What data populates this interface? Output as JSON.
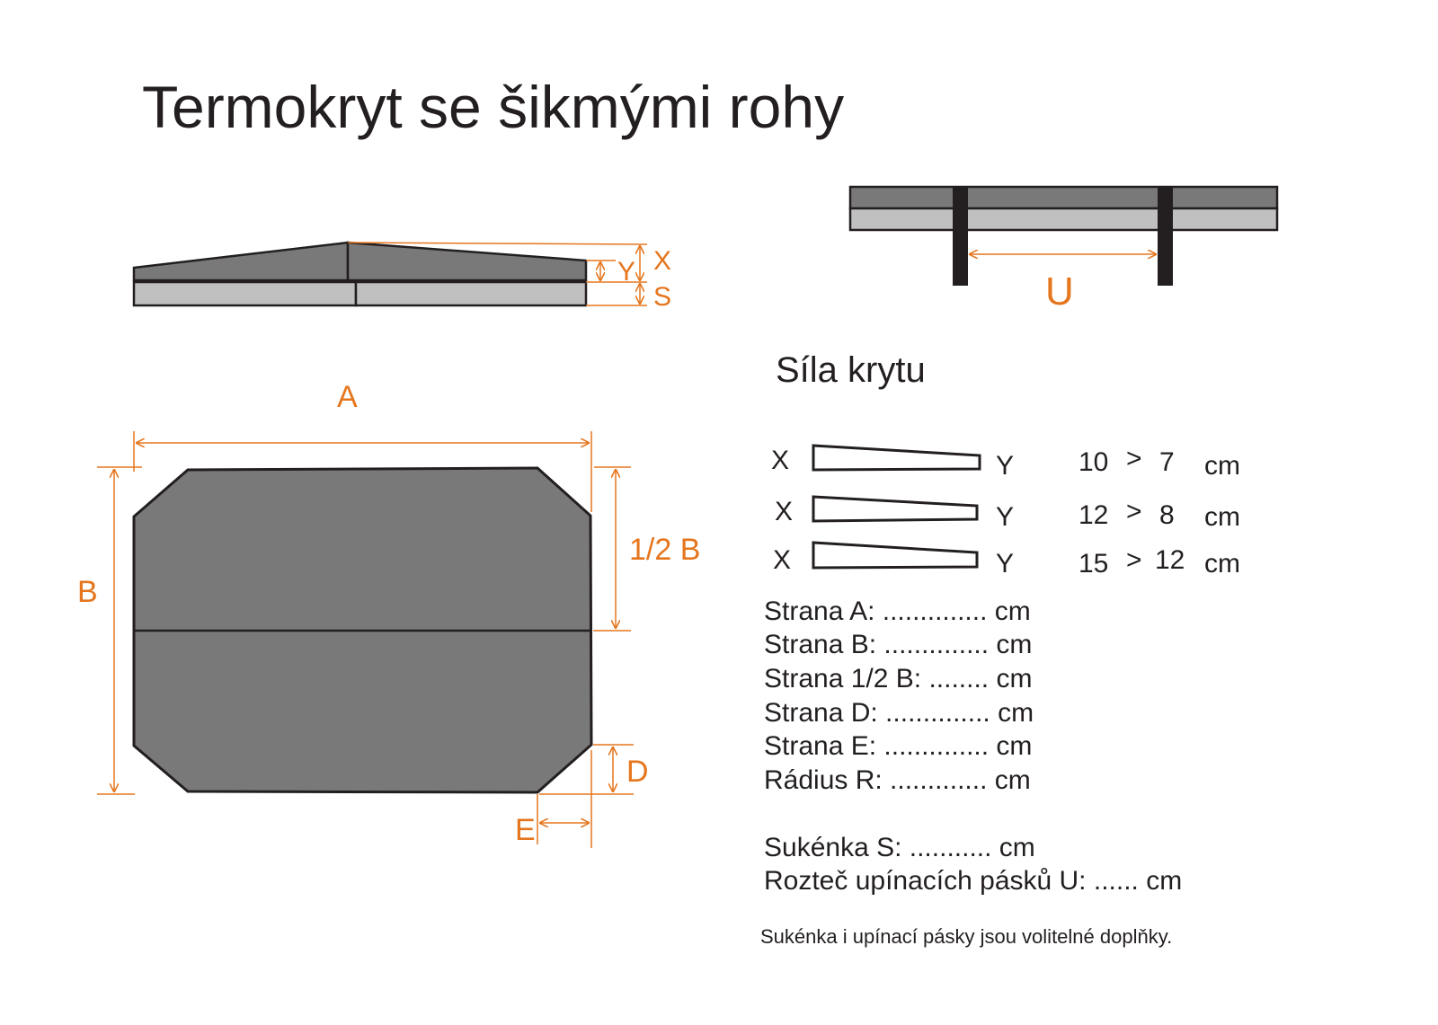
{
  "title": "Termokryt se šikmými rohy",
  "colors": {
    "cover_dark": "#7a797a",
    "skirt_light": "#c1c0c1",
    "outline": "#231f20",
    "dimension_orange": "#e5761e"
  },
  "labels": {
    "x": "X",
    "y": "Y",
    "s": "S",
    "u": "U",
    "a": "A",
    "b": "B",
    "half_b": "1/2 B",
    "d": "D",
    "e": "E"
  },
  "thickness": {
    "heading": "Síla krytu",
    "options": [
      {
        "x": "X",
        "y": "Y",
        "from": "10",
        "sign": ">",
        "to": "7",
        "unit": "cm"
      },
      {
        "x": "X",
        "y": "Y",
        "from": "12",
        "sign": ">",
        "to": "8",
        "unit": "cm"
      },
      {
        "x": "X",
        "y": "Y",
        "from": "15",
        "sign": ">",
        "to": "12",
        "unit": "cm"
      }
    ]
  },
  "fields": [
    "Strana A: .............. cm",
    "Strana B: .............. cm",
    "Strana 1/2 B: ........ cm",
    "Strana D: .............. cm",
    "Strana E: .............. cm",
    "Rádius R: ............. cm",
    "Sukénka S: ........... cm",
    "Rozteč upínacích pásků U: ...... cm"
  ],
  "note": "Sukénka i upínací pásky jsou volitelné doplňky."
}
